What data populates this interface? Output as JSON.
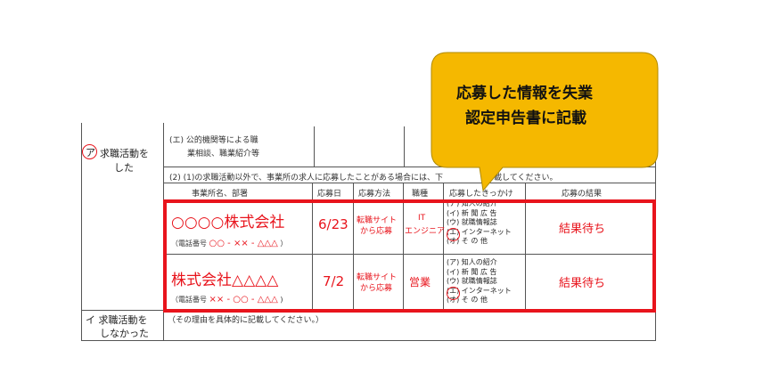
{
  "callout": {
    "line1": "応募した情報を失業",
    "line2": "認定申告書に記載",
    "bg": "#f5b800"
  },
  "left": {
    "a_mark": "ア",
    "a_label_1": "求職活動を",
    "a_label_2": "した",
    "i_label_1": "イ  求職活動を",
    "i_label_2": "しなかった"
  },
  "top_row": {
    "e_line1": "(エ) 公的機関等による職",
    "e_line2": "業相談、職業紹介等"
  },
  "notice": "(2) (1)の求職活動以外で、事業所の求人に応募したことがある場合には、下",
  "notice_tail": "載してください。",
  "headers": [
    "事業所名、部署",
    "応募日",
    "応募方法",
    "職種",
    "応募したきっかけ",
    "応募の結果"
  ],
  "rows": [
    {
      "company": "○○○○株式会社",
      "phone_prefix": "（電話番号",
      "phone_number": "○○ - ×× - △△△",
      "phone_suffix": " ）",
      "date": "6/23",
      "method_1": "転職サイト",
      "method_2": "から応募",
      "job_1": "IT",
      "job_2": "エンジニア",
      "result": "結果待ち"
    },
    {
      "company": "株式会社△△△△",
      "phone_prefix": "（電話番号",
      "phone_number": "×× - ○○ - △△△",
      "phone_suffix": ")",
      "date": "7/2",
      "method_1": "転職サイト",
      "method_2": "から応募",
      "job_1": "営業",
      "job_2": "",
      "result": "結果待ち"
    }
  ],
  "options": [
    "(ア) 知人の紹介",
    "(イ) 新 聞 広 告",
    "(ウ) 就職情報誌",
    "(エ) インターネット",
    "(オ) そ   の   他"
  ],
  "i_reason": "（その理由を具体的に記載してください。）",
  "colors": {
    "highlight": "#e8141c",
    "callout": "#f5b800"
  }
}
